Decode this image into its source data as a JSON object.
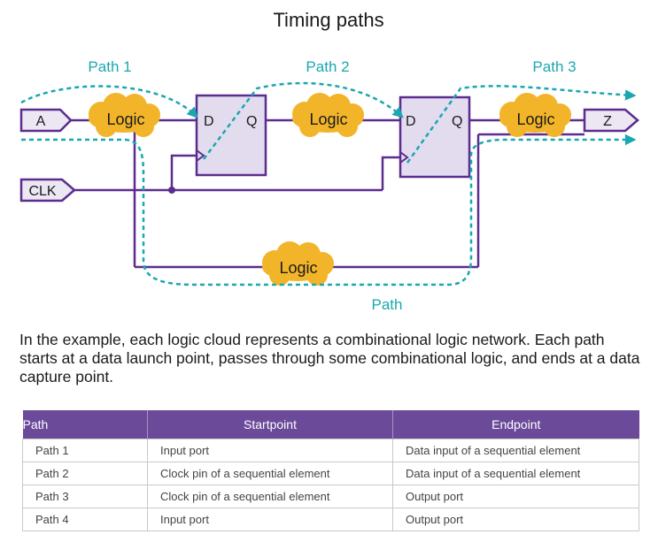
{
  "diagram": {
    "title": "Timing paths",
    "path_labels": [
      "Path 1",
      "Path 2",
      "Path 3",
      "Path"
    ],
    "ports": {
      "input_a": "A",
      "clock": "CLK",
      "output_z": "Z"
    },
    "logic_label": "Logic",
    "flop_pins": {
      "d": "D",
      "q": "Q"
    },
    "colors": {
      "wire": "#5b2d8e",
      "path": "#1aa7b0",
      "cloud": "#f2b52a",
      "flop_fill": "#e3dcef",
      "port_fill": "#ece7f3"
    }
  },
  "description": "In the example, each logic cloud represents a combinational logic network. Each path starts at a data launch point, passes through some combinational logic, and ends at a data capture point.",
  "table": {
    "headers": [
      "Path",
      "Startpoint",
      "Endpoint"
    ],
    "rows": [
      [
        "Path 1",
        "Input port",
        "Data input of a sequential element"
      ],
      [
        "Path 2",
        "Clock pin of a sequential element",
        "Data input of a sequential element"
      ],
      [
        "Path 3",
        "Clock pin of a sequential element",
        "Output port"
      ],
      [
        "Path 4",
        "Input port",
        "Output port"
      ]
    ]
  }
}
